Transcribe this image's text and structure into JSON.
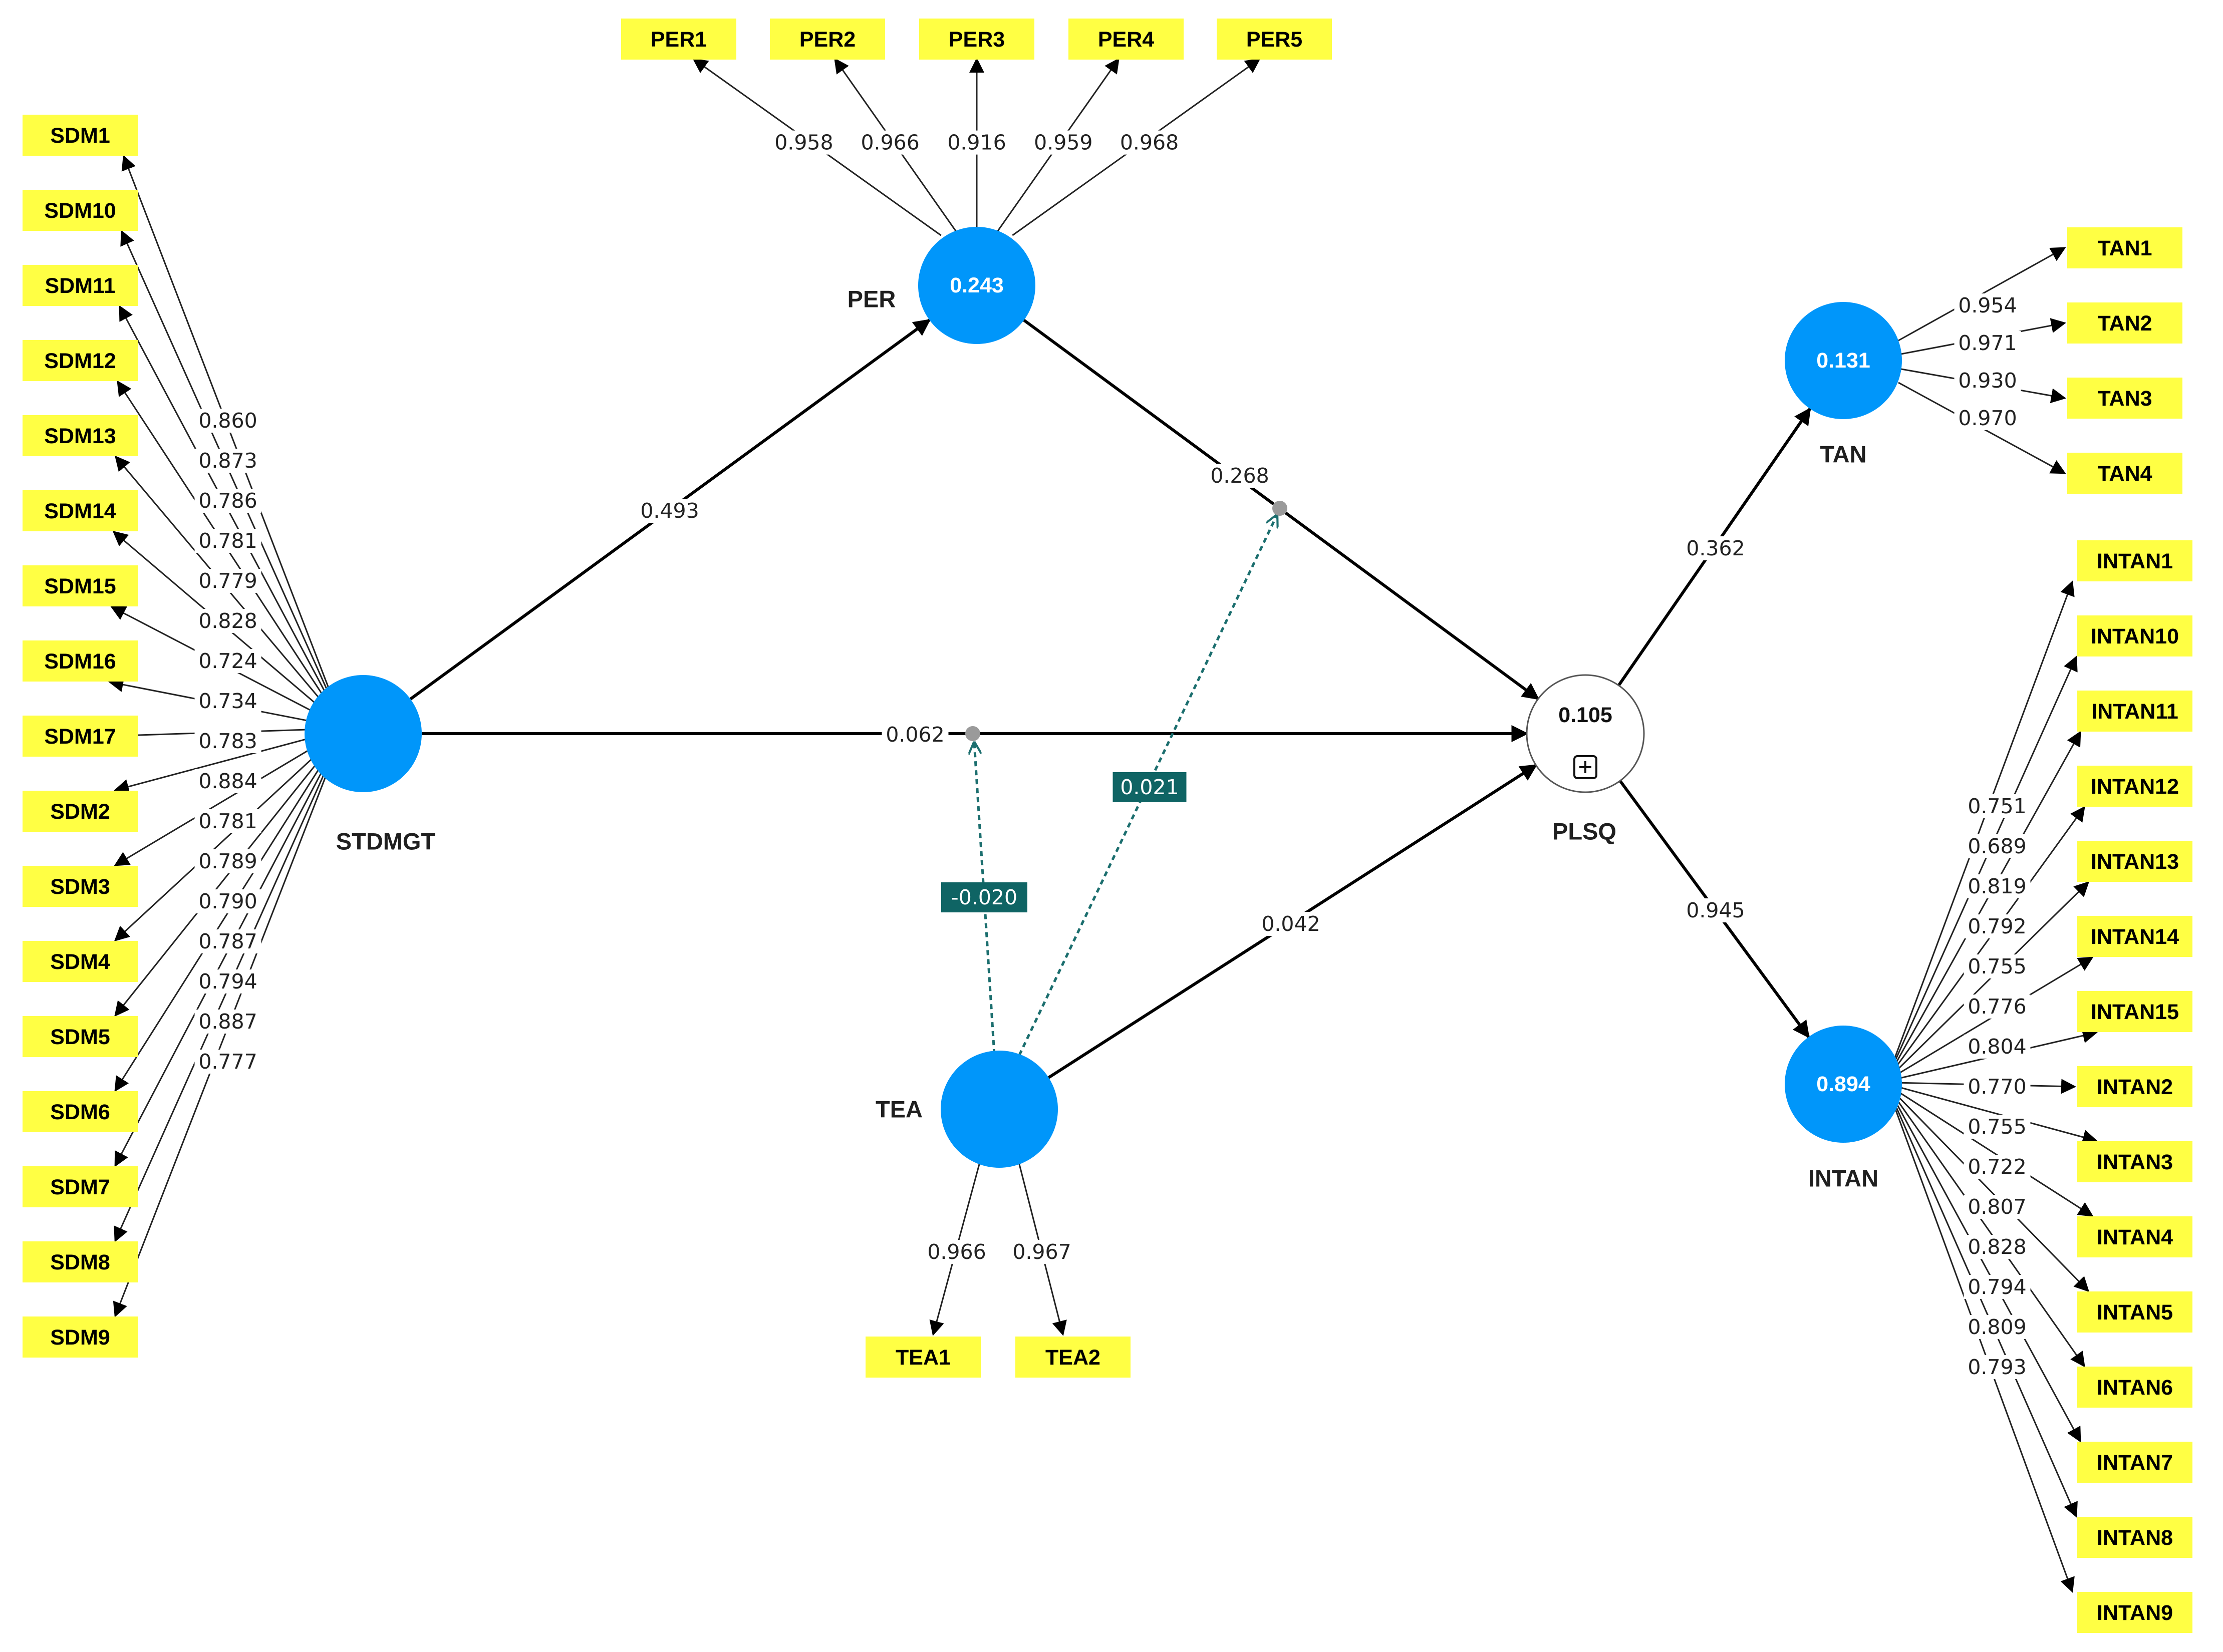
{
  "colors": {
    "indicator_fill": "#FFFF44",
    "construct_fill": "#0096FA",
    "moderator_line": "#1B6E6E",
    "moderator_label_fill": "#0F6464",
    "path": "#000000"
  },
  "constructs": {
    "per": {
      "label": "PER",
      "r2": "0.243"
    },
    "tan": {
      "label": "TAN",
      "r2": "0.131"
    },
    "stdmgt": {
      "label": "STDMGT",
      "r2": ""
    },
    "plsq": {
      "label": "PLSQ",
      "r2": "0.105"
    },
    "tea": {
      "label": "TEA",
      "r2": ""
    },
    "intan": {
      "label": "INTAN",
      "r2": "0.894"
    }
  },
  "indicators": {
    "per": [
      {
        "label": "PER1",
        "loading": "0.958"
      },
      {
        "label": "PER2",
        "loading": "0.966"
      },
      {
        "label": "PER3",
        "loading": "0.916"
      },
      {
        "label": "PER4",
        "loading": "0.959"
      },
      {
        "label": "PER5",
        "loading": "0.968"
      }
    ],
    "sdm": [
      {
        "label": "SDM1",
        "loading": "0.860"
      },
      {
        "label": "SDM10",
        "loading": "0.873"
      },
      {
        "label": "SDM11",
        "loading": "0.786"
      },
      {
        "label": "SDM12",
        "loading": "0.781"
      },
      {
        "label": "SDM13",
        "loading": "0.779"
      },
      {
        "label": "SDM14",
        "loading": "0.828"
      },
      {
        "label": "SDM15",
        "loading": "0.724"
      },
      {
        "label": "SDM16",
        "loading": "0.734"
      },
      {
        "label": "SDM17",
        "loading": "0.783"
      },
      {
        "label": "SDM2",
        "loading": "0.884"
      },
      {
        "label": "SDM3",
        "loading": "0.781"
      },
      {
        "label": "SDM4",
        "loading": "0.789"
      },
      {
        "label": "SDM5",
        "loading": "0.790"
      },
      {
        "label": "SDM6",
        "loading": "0.787"
      },
      {
        "label": "SDM7",
        "loading": "0.794"
      },
      {
        "label": "SDM8",
        "loading": "0.887"
      },
      {
        "label": "SDM9",
        "loading": "0.777"
      }
    ],
    "tan": [
      {
        "label": "TAN1",
        "loading": "0.954"
      },
      {
        "label": "TAN2",
        "loading": "0.971"
      },
      {
        "label": "TAN3",
        "loading": "0.930"
      },
      {
        "label": "TAN4",
        "loading": "0.970"
      }
    ],
    "intan": [
      {
        "label": "INTAN1",
        "loading": "0.751"
      },
      {
        "label": "INTAN10",
        "loading": "0.689"
      },
      {
        "label": "INTAN11",
        "loading": "0.819"
      },
      {
        "label": "INTAN12",
        "loading": "0.792"
      },
      {
        "label": "INTAN13",
        "loading": "0.755"
      },
      {
        "label": "INTAN14",
        "loading": "0.776"
      },
      {
        "label": "INTAN15",
        "loading": "0.804"
      },
      {
        "label": "INTAN2",
        "loading": "0.770"
      },
      {
        "label": "INTAN3",
        "loading": "0.755"
      },
      {
        "label": "INTAN4",
        "loading": "0.722"
      },
      {
        "label": "INTAN5",
        "loading": "0.807"
      },
      {
        "label": "INTAN6",
        "loading": "0.828"
      },
      {
        "label": "INTAN7",
        "loading": "0.794"
      },
      {
        "label": "INTAN8",
        "loading": "0.809"
      },
      {
        "label": "INTAN9",
        "loading": "0.793"
      }
    ],
    "tea": [
      {
        "label": "TEA1",
        "loading": "0.966"
      },
      {
        "label": "TEA2",
        "loading": "0.967"
      }
    ]
  },
  "paths": {
    "stdmgt_per": "0.493",
    "per_plsq": "0.268",
    "stdmgt_plsq": "0.062",
    "tea_plsq": "0.042",
    "plsq_tan": "0.362",
    "plsq_intan": "0.945",
    "mod_tea_stdmgt": "-0.020",
    "mod_tea_per": "0.021"
  }
}
